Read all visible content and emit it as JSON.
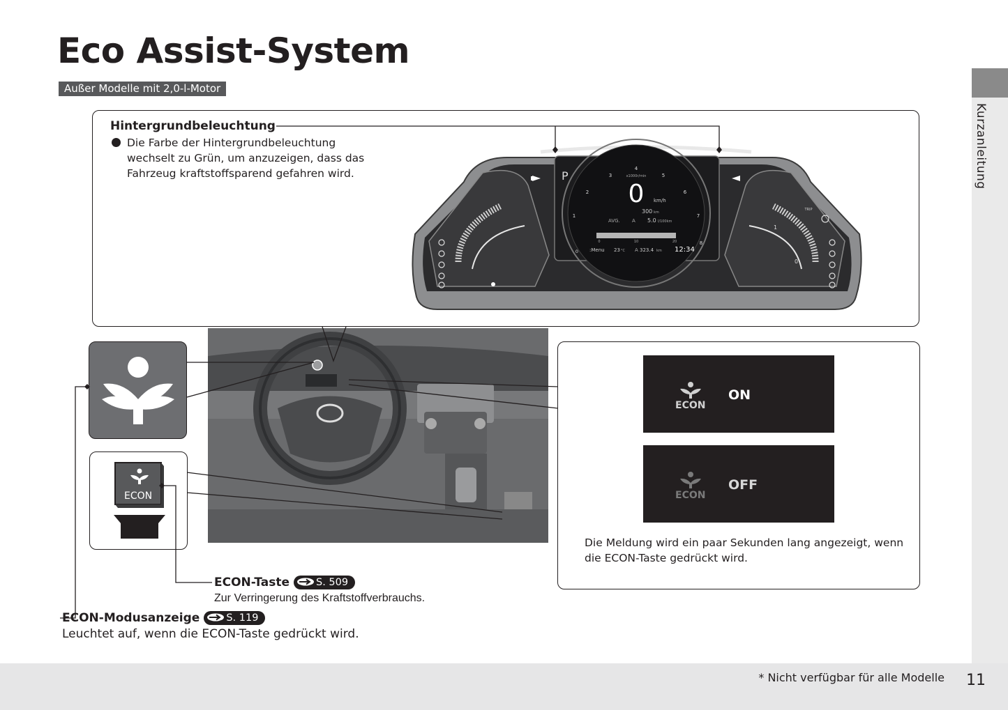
{
  "page": {
    "title": "Eco Assist-System",
    "model_tag": "Außer Modelle mit 2,0-l-Motor",
    "side_tab": "Kurzanleitung",
    "footer_note": "* Nicht verfügbar für alle Modelle",
    "page_number": "11"
  },
  "backlight": {
    "heading": "Hintergrundbeleuchtung",
    "text": "Die Farbe der Hintergrundbeleuchtung wechselt zu Grün, um anzuzeigen, dass das Fahrzeug kraftstoffsparend gefahren wird."
  },
  "cluster": {
    "gear": "P",
    "speed": "0",
    "speed_unit": "km/h",
    "rpm_label": "x1000r/min",
    "rpm_ticks": [
      "0",
      "1",
      "2",
      "3",
      "4",
      "5",
      "6",
      "7",
      "8"
    ],
    "range": "300",
    "range_unit": "km",
    "avg_label": "AVG.",
    "avg_trip": "A",
    "avg_value": "5.0",
    "avg_unit": "l/100km",
    "bar_ticks": [
      "0",
      "10",
      "20"
    ],
    "menu_label": ":Menu",
    "temperature": "23",
    "temperature_unit": "°C",
    "odometer_trip": "A",
    "odometer": "323.4",
    "odometer_unit": "km",
    "clock": "12:34",
    "trip_label": "TRIP",
    "gauge_top": "1",
    "gauge_bottom": "0"
  },
  "econ_messages": {
    "econ_label": "ECON",
    "on_state": "ON",
    "off_state": "OFF",
    "caption": "Die Meldung wird ein paar Sekunden lang angezeigt, wenn die ECON-Taste gedrückt wird."
  },
  "econ_button": {
    "label": "ECON",
    "heading": "ECON-Taste",
    "ref": "S. 509",
    "description": "Zur Verringerung des Kraftstoffverbrauchs."
  },
  "econ_mode": {
    "heading": "ECON-Modusanzeige",
    "ref": "S. 119",
    "description": "Leuchtet auf, wenn die ECON-Taste gedrückt wird."
  },
  "colors": {
    "text": "#231f20",
    "tag_background": "#58595b",
    "indicator_background": "#6d6e71",
    "side_tab": "#8a8a8a",
    "footer_background": "#e6e6e7",
    "message_panel": "#231f20"
  }
}
